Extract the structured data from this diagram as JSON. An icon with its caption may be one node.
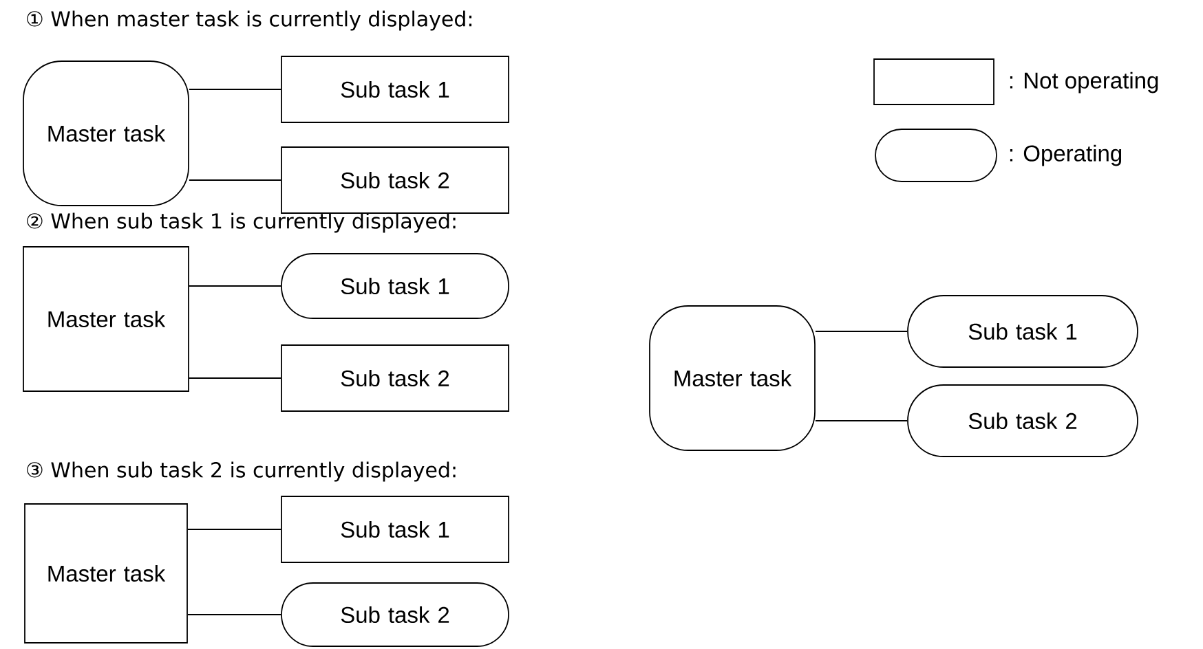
{
  "diagram": {
    "nodes": [
      {
        "text": [
          "Master task"
        ]
      },
      {
        "text": [
          "Sub task 1"
        ]
      },
      {
        "text": [
          "Sub task 2"
        ]
      },
      {
        "text": [
          "Master task"
        ]
      },
      {
        "text": [
          "Sub task 1"
        ]
      },
      {
        "text": [
          "Sub task 2"
        ]
      },
      {
        "text": [
          "Master task"
        ]
      },
      {
        "text": [
          "Sub task 1"
        ]
      },
      {
        "text": [
          "Sub task 2"
        ]
      },
      {
        "text": [
          "Master task"
        ]
      },
      {
        "text": [
          "Sub task 1"
        ]
      },
      {
        "text": [
          "Sub task 2"
        ]
      }
    ],
    "edges": [
      {
        "from": 0,
        "to": 1,
        "arrow": "none"
      },
      {
        "from": 0,
        "to": 2,
        "arrow": "none"
      },
      {
        "from": 3,
        "to": 4,
        "arrow": "none"
      },
      {
        "from": 3,
        "to": 5,
        "arrow": "none"
      },
      {
        "from": 6,
        "to": 7,
        "arrow": "none"
      },
      {
        "from": 6,
        "to": 8,
        "arrow": "none"
      },
      {
        "from": 9,
        "to": 10,
        "arrow": "none"
      },
      {
        "from": 9,
        "to": 11,
        "arrow": "none"
      }
    ],
    "labels": [
      "① When master task is currently displayed:",
      "② When sub task 1 is currently displayed:",
      "③ When sub task 2 is currently displayed:"
    ],
    "legend": [
      {
        "text": ": Not operating"
      },
      {
        "text": ": Operating"
      }
    ]
  }
}
